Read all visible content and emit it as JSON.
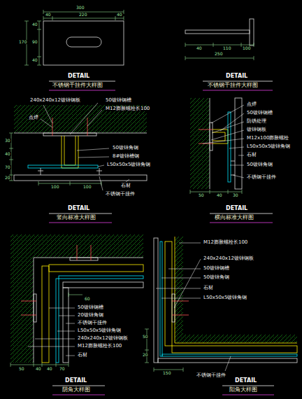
{
  "diagram": {
    "labels": [
      "300",
      "40",
      "220",
      "40",
      "40",
      "90",
      "40",
      "170",
      "DETAIL",
      "不锈钢干挂件大样图",
      "40",
      "110",
      "100",
      "250",
      "DETAIL",
      "不锈钢干挂件大样图",
      "240x240x12镀锌钢板",
      "点焊",
      "50镀锌钢槽",
      "M12膨胀螺栓长100",
      "50镀锌角钢",
      "8#镀锌槽钢",
      "L50x50x5镀锌角钢",
      "石材",
      "不锈钢干挂件",
      "30",
      "40",
      "70",
      "20",
      "100",
      "100",
      "DETAIL",
      "竖向标准大样图",
      "点焊",
      "50镀锌钢槽",
      "防锈处理",
      "镀锌钢板",
      "M12x100膨胀螺栓",
      "L50x50x5镀锌角钢",
      "石材",
      "50镀锌角钢",
      "不锈钢干挂件",
      "50",
      "40",
      "30",
      "DETAIL",
      "横向标准大样图",
      "60",
      "50镀锌钢槽",
      "20镀锌角钢",
      "不锈钢干挂件",
      "L50x50x5镀锌角钢",
      "240x240x12镀锌钢板",
      "M12膨胀螺栓长100",
      "石材",
      "50",
      "40",
      "40",
      "70",
      "DETAIL",
      "阴角大样图",
      "M12膨胀螺栓长100",
      "240x240x12镀锌钢板",
      "50镀锌钢槽",
      "50镀锌角钢",
      "石材",
      "L50x50x5镀锌角钢",
      "不锈钢干挂件",
      "150",
      "50",
      "20",
      "DETAIL",
      "阳角大样图"
    ]
  }
}
